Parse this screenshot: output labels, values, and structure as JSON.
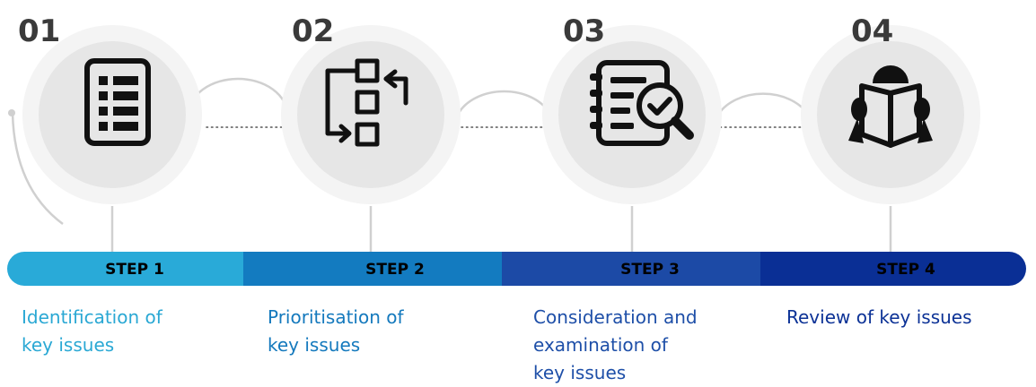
{
  "steps": [
    {
      "number": "01",
      "label": "STEP 1",
      "description": [
        "Identification of",
        "key issues"
      ],
      "icon": "list-document-icon",
      "band_color": "#29aad8",
      "text_color": "#2aa8d4"
    },
    {
      "number": "02",
      "label": "STEP 2",
      "description": [
        "Prioritisation of",
        "key issues"
      ],
      "icon": "prioritise-boxes-icon",
      "band_color": "#137bc0",
      "text_color": "#1479bd"
    },
    {
      "number": "03",
      "label": "STEP 3",
      "description": [
        "Consideration and",
        "examination of",
        "key issues"
      ],
      "icon": "document-search-check-icon",
      "band_color": "#1c4aa6",
      "text_color": "#1e4fa8"
    },
    {
      "number": "04",
      "label": "STEP 4",
      "description": [
        "Review of key issues"
      ],
      "icon": "person-reading-icon",
      "band_color": "#0a2f95",
      "text_color": "#0c3296"
    }
  ],
  "colors": {
    "outer_ring": "#f4f4f4",
    "inner_circle": "#e6e6e6",
    "connector": "#d0d0d0",
    "icon": "#111111",
    "number": "#3a3a3a"
  }
}
